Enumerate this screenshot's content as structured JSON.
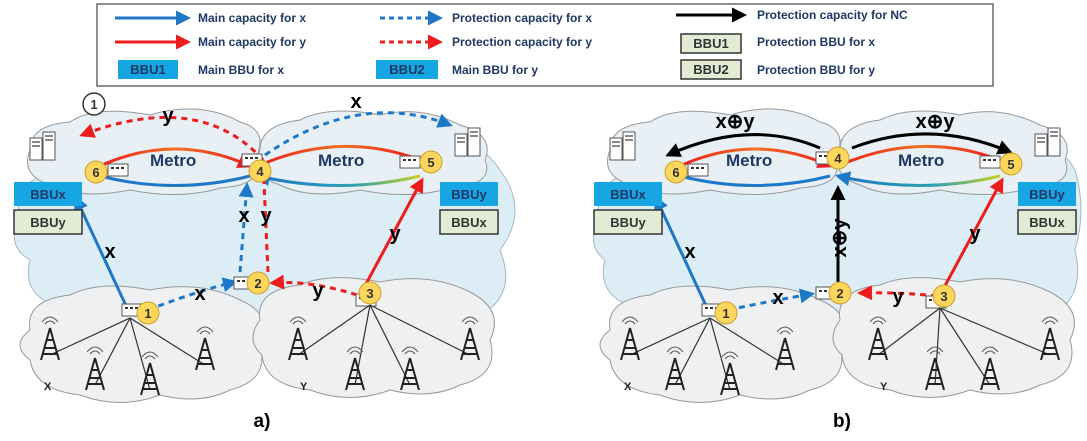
{
  "colors": {
    "main_x": "#1f77c8",
    "main_y": "#ee1c1c",
    "protection_nc": "#000000",
    "main_bbu_fill": "#16a6e3",
    "protection_bbu_fill": "#e2ecd4",
    "node_fill": "#fdd65b",
    "cloud_fill": "#d7eaf5"
  },
  "legend": {
    "main_x": "Main capacity for x",
    "main_y": "Main capacity for y",
    "prot_x": "Protection capacity for x",
    "prot_y": "Protection capacity for y",
    "prot_nc": "Protection capacity for NC",
    "bbu1_main_tag": "BBU1",
    "bbu1_main_text": "Main BBU for x",
    "bbu2_main_tag": "BBU2",
    "bbu2_main_text": "Main BBU for y",
    "bbu1_prot_tag": "BBU1",
    "bbu1_prot_text": "Protection BBU for x",
    "bbu2_prot_tag": "BBU2",
    "bbu2_prot_text": "Protection BBU for y"
  },
  "panel_a": {
    "caption": "a)",
    "metro_left": "Metro",
    "metro_right": "Metro",
    "bbu_left_main": "BBUx",
    "bbu_left_prot": "BBUy",
    "bbu_right_main": "BBUy",
    "bbu_right_prot": "BBUx",
    "nodes": [
      "1",
      "2",
      "3",
      "4",
      "5",
      "6"
    ],
    "failure_marker": "1",
    "flow_labels": {
      "top_y": "y",
      "top_x": "x",
      "ring_x": "x",
      "ring_y": "y",
      "n1_x": "x",
      "n3_y": "y",
      "col_x": "x",
      "col_y": "y"
    },
    "area_x": "X",
    "area_y": "Y"
  },
  "panel_b": {
    "caption": "b)",
    "metro_left": "Metro",
    "metro_right": "Metro",
    "bbu_left_main": "BBUx",
    "bbu_left_prot": "BBUy",
    "bbu_right_main": "BBUy",
    "bbu_right_prot": "BBUx",
    "nodes": [
      "1",
      "2",
      "3",
      "4",
      "5",
      "6"
    ],
    "flow_labels": {
      "top_left": "x⊕y",
      "top_right": "x⊕y",
      "vertical": "x⊕y",
      "ring_x": "x",
      "ring_y": "y",
      "n1_x": "x",
      "n3_y": "y"
    },
    "area_x": "X",
    "area_y": "Y"
  }
}
